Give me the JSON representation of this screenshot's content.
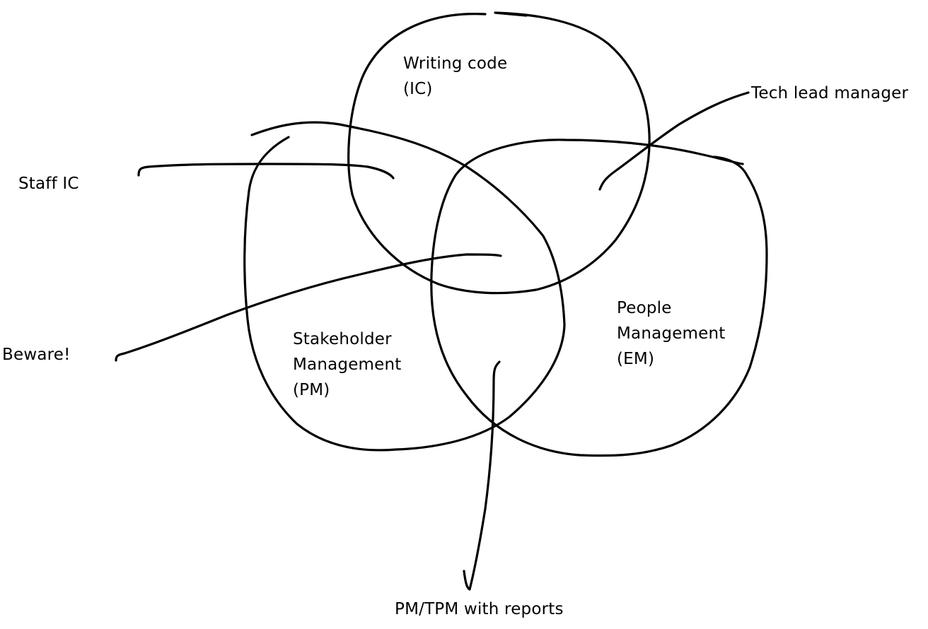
{
  "circles": {
    "writing_code": {
      "line1": "Writing code",
      "line2": "(IC)"
    },
    "stakeholder_management": {
      "line1": "Stakeholder",
      "line2": "Management",
      "line3": "(PM)"
    },
    "people_management": {
      "line1": "People",
      "line2": "Management",
      "line3": "(EM)"
    }
  },
  "callouts": {
    "staff_ic": "Staff IC",
    "tech_lead_manager": "Tech lead manager",
    "beware": "Beware!",
    "pm_tpm_with_reports": "PM/TPM with reports"
  },
  "colors": {
    "ink": "#000000",
    "paper": "#ffffff"
  }
}
